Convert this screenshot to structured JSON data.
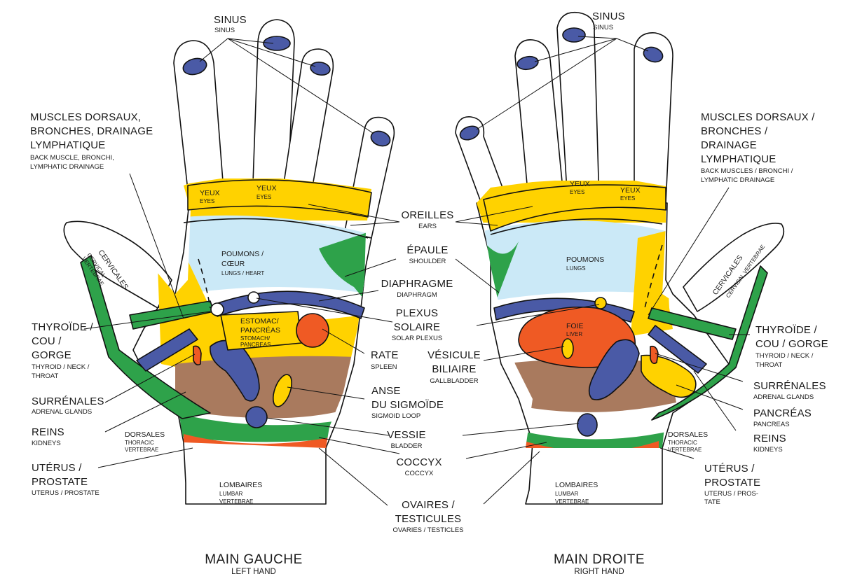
{
  "colors": {
    "yellow": "#ffd200",
    "blue": "#4a5aa6",
    "green": "#2ea24a",
    "brown": "#a97a5e",
    "orange": "#ef5a24",
    "lightblue": "#cbe9f7",
    "outline": "#111111"
  },
  "left_hand": {
    "title": "MAIN GAUCHE",
    "subtitle": "LEFT HAND",
    "sinus": {
      "fr": "SINUS",
      "en": "SINUS"
    },
    "muscles": {
      "fr": [
        "MUSCLES DORSAUX,",
        "BRONCHES, DRAINAGE",
        "LYMPHATIQUE"
      ],
      "en": [
        "BACK MUSCLE, BRONCHI,",
        "LYMPHATIC DRAINAGE"
      ]
    },
    "yeux1": {
      "fr": "YEUX",
      "en": "EYES"
    },
    "yeux2": {
      "fr": "YEUX",
      "en": "EYES"
    },
    "poumons": {
      "fr": [
        "POUMONS /",
        "CŒUR"
      ],
      "en": "LUNGS / HEART"
    },
    "cervicales": {
      "fr": "CERVICALES",
      "en": [
        "CERVICAL",
        "VERTEBRAE"
      ]
    },
    "estomac": {
      "fr": [
        "ESTOMAC/",
        "PANCRÉAS"
      ],
      "en": [
        "STOMACH/",
        "PANCREAS"
      ]
    },
    "thyroide": {
      "fr": [
        "THYROÏDE /",
        "COU /",
        "GORGE"
      ],
      "en": [
        "THYROID / NECK /",
        "THROAT"
      ]
    },
    "surrenales": {
      "fr": "SURRÉNALES",
      "en": "ADRENAL GLANDS"
    },
    "reins": {
      "fr": "REINS",
      "en": "KIDNEYS"
    },
    "dorsales": {
      "fr": "DORSALES",
      "en": [
        "THORACIC",
        "VERTEBRAE"
      ]
    },
    "uterus": {
      "fr": [
        "UTÉRUS /",
        "PROSTATE"
      ],
      "en": "UTERUS / PROSTATE"
    },
    "lombaires": {
      "fr": "LOMBAIRES",
      "en": [
        "LUMBAR",
        "VERTEBRAE"
      ]
    }
  },
  "center": {
    "oreilles": {
      "fr": "OREILLES",
      "en": "EARS"
    },
    "epaule": {
      "fr": "ÉPAULE",
      "en": "SHOULDER"
    },
    "diaphragme": {
      "fr": "DIAPHRAGME",
      "en": "DIAPHRAGM"
    },
    "plexus": {
      "fr": [
        "PLEXUS",
        "SOLAIRE"
      ],
      "en": "SOLAR PLEXUS"
    },
    "rate": {
      "fr": "RATE",
      "en": "SPLEEN"
    },
    "vesicule": {
      "fr": [
        "VÉSICULE",
        "BILIAIRE"
      ],
      "en": "GALLBLADDER"
    },
    "anse": {
      "fr": [
        "ANSE",
        "DU SIGMOÏDE"
      ],
      "en": "SIGMOID LOOP"
    },
    "vessie": {
      "fr": "VESSIE",
      "en": "BLADDER"
    },
    "coccyx": {
      "fr": "COCCYX",
      "en": "COCCYX"
    },
    "ovaires": {
      "fr": [
        "OVAIRES /",
        "TESTICULES"
      ],
      "en": "OVARIES / TESTICLES"
    }
  },
  "right_hand": {
    "title": "MAIN DROITE",
    "subtitle": "RIGHT HAND",
    "sinus": {
      "fr": "SINUS",
      "en": "SINUS"
    },
    "muscles": {
      "fr": [
        "MUSCLES DORSAUX /",
        "BRONCHES /",
        "DRAINAGE",
        "LYMPHATIQUE"
      ],
      "en": [
        "BACK MUSCLES / BRONCHI /",
        "LYMPHATIC DRAINAGE"
      ]
    },
    "yeux1": {
      "fr": "YEUX",
      "en": "EYES"
    },
    "yeux2": {
      "fr": "YEUX",
      "en": "EYES"
    },
    "poumons": {
      "fr": "POUMONS",
      "en": "LUNGS"
    },
    "foie": {
      "fr": "FOIE",
      "en": "LIVER"
    },
    "cervicales": {
      "fr": "CERVICALES",
      "en": "CERVICAL VERTEBRAE"
    },
    "thyroide": {
      "fr": [
        "THYROÏDE /",
        "COU / GORGE"
      ],
      "en": [
        "THYROID / NECK /",
        "THROAT"
      ]
    },
    "surrenales": {
      "fr": "SURRÉNALES",
      "en": "ADRENAL GLANDS"
    },
    "pancreas": {
      "fr": "PANCRÉAS",
      "en": "PANCREAS"
    },
    "reins": {
      "fr": "REINS",
      "en": "KIDNEYS"
    },
    "dorsales": {
      "fr": "DORSALES",
      "en": [
        "THORACIC",
        "VERTEBRAE"
      ]
    },
    "uterus": {
      "fr": [
        "UTÉRUS /",
        "PROSTATE"
      ],
      "en": [
        "UTERUS / PROS-",
        "TATE"
      ]
    },
    "lombaires": {
      "fr": "LOMBAIRES",
      "en": [
        "LUMBAR",
        "VERTEBRAE"
      ]
    }
  }
}
